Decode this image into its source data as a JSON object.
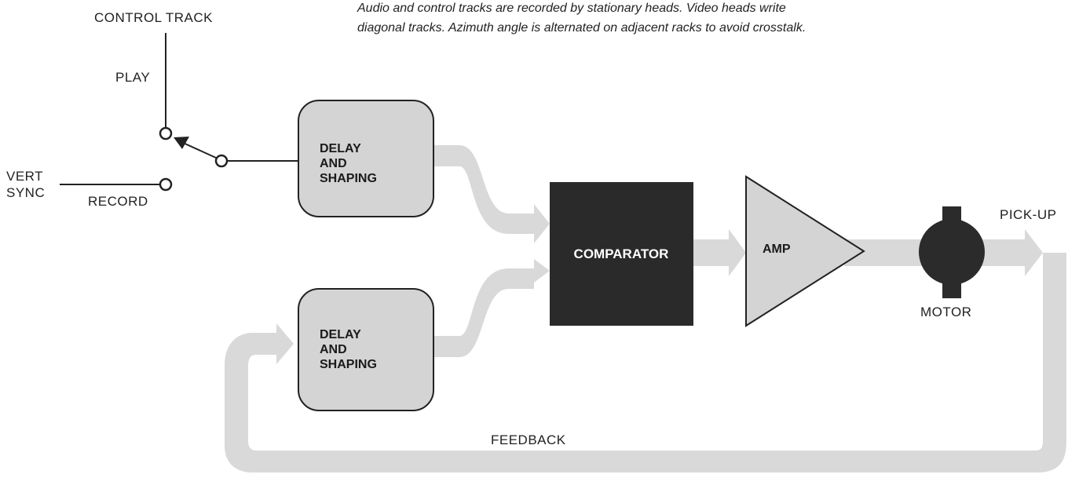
{
  "caption": {
    "line1": "Audio and control tracks are recorded by stationary heads. Video heads write",
    "line2": "diagonal tracks. Azimuth angle is alternated on adjacent racks to avoid crosstalk."
  },
  "labels": {
    "control_track": "CONTROL TRACK",
    "play": "PLAY",
    "vert": "VERT",
    "sync": "SYNC",
    "record": "RECORD",
    "pick_up": "PICK-UP",
    "motor": "MOTOR",
    "feedback": "FEEDBACK"
  },
  "blocks": {
    "delay_top": [
      "DELAY",
      "AND",
      "SHAPING"
    ],
    "delay_bottom": [
      "DELAY",
      "AND",
      "SHAPING"
    ],
    "comparator": "COMPARATOR",
    "amp": "AMP"
  },
  "colors": {
    "block_fill": "#d4d4d4",
    "arrow_fill": "#d9d9d9",
    "comparator_fill": "#2a2a2a",
    "motor_fill": "#2b2b2b",
    "line": "#222222"
  }
}
